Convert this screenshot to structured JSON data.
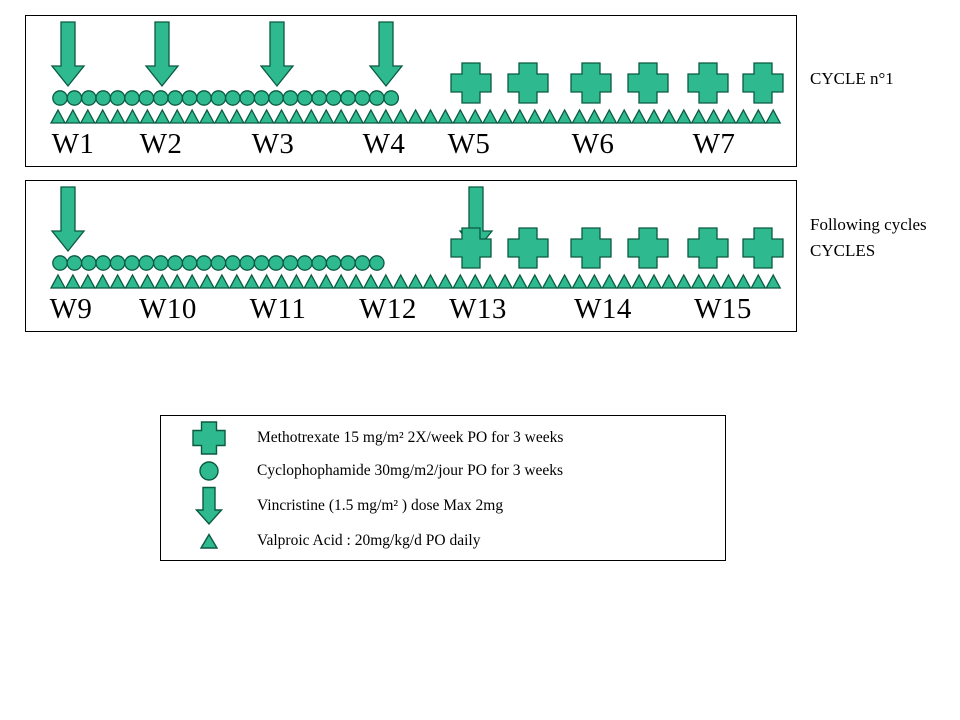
{
  "colors": {
    "shape_fill": "#2eb98e",
    "shape_stroke": "#0a5a42"
  },
  "panels": [
    {
      "id": "cycle-1",
      "side_label_lines": [
        "CYCLE n°1"
      ],
      "weeks": [
        "W1",
        "W2",
        "W3",
        "W4",
        "W5",
        "W6",
        "W7"
      ],
      "arrow_count": 4,
      "circle_count": 24,
      "cross_count": 6,
      "triangle_count": 49
    },
    {
      "id": "following-cycles",
      "side_label_lines": [
        "Following cycles",
        "CYCLES"
      ],
      "weeks": [
        "W9",
        "W10",
        "W11",
        "W12",
        "W13",
        "W14",
        "W15"
      ],
      "arrow_count": 2,
      "circle_count": 23,
      "cross_count": 6,
      "triangle_count": 49
    }
  ],
  "legend": {
    "items": [
      {
        "icon": "methotrexate-cross",
        "text": "Methotrexate 15 mg/m² 2X/week PO  for 3 weeks"
      },
      {
        "icon": "cyclophosphamide-circle",
        "text": "Cyclophophamide  30mg/m2/jour  PO for 3 weeks"
      },
      {
        "icon": "vincristine-arrow",
        "text": "Vincristine (1.5 mg/m² ) dose Max 2mg"
      },
      {
        "icon": "valproic-triangle",
        "text": "Valproic Acid : 20mg/kg/d PO daily"
      }
    ]
  }
}
